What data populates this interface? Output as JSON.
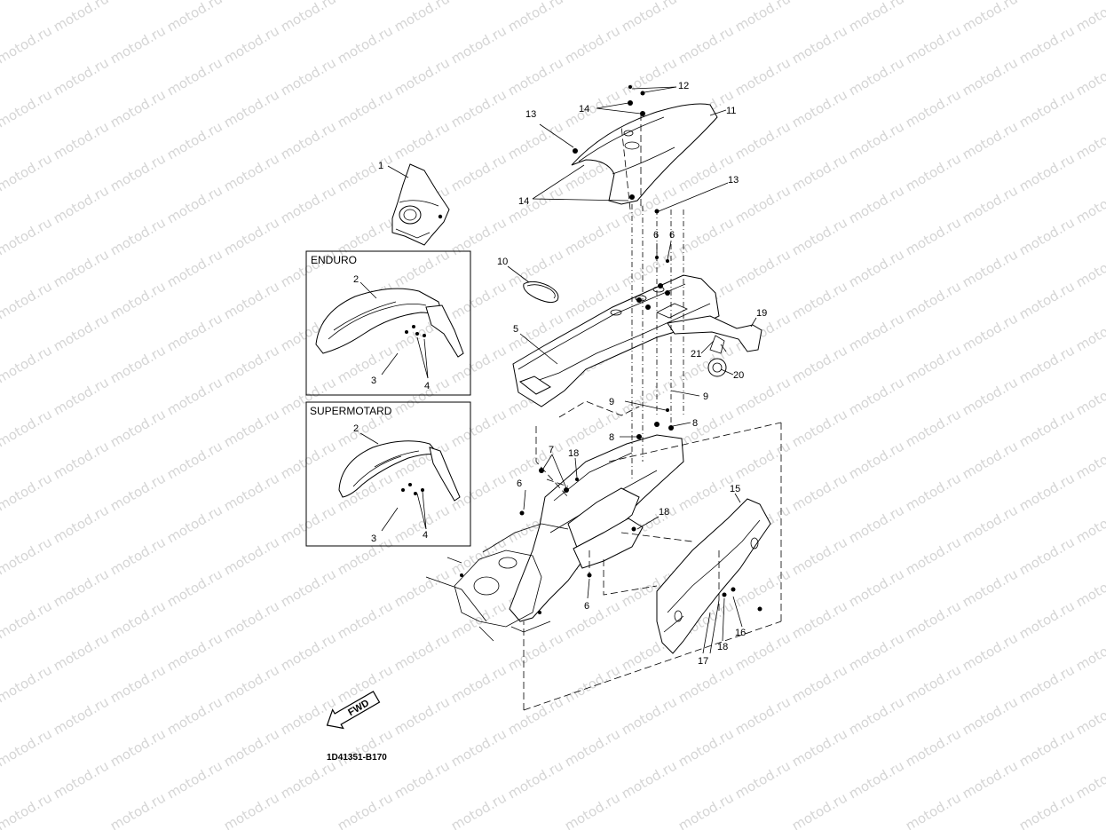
{
  "diagram": {
    "watermark": "motod.ru",
    "drawing_code": "1D41351-B170",
    "fwd_label": "FWD",
    "boxes": [
      {
        "id": "enduro",
        "title": "ENDURO"
      },
      {
        "id": "supermotard",
        "title": "SUPERMOTARD"
      }
    ],
    "callouts": [
      {
        "id": "c1",
        "text": "1"
      },
      {
        "id": "c2a",
        "text": "2"
      },
      {
        "id": "c3a",
        "text": "3"
      },
      {
        "id": "c4a",
        "text": "4"
      },
      {
        "id": "c2b",
        "text": "2"
      },
      {
        "id": "c3b",
        "text": "3"
      },
      {
        "id": "c4b",
        "text": "4"
      },
      {
        "id": "c5",
        "text": "5"
      },
      {
        "id": "c6a",
        "text": "6"
      },
      {
        "id": "c6b",
        "text": "6"
      },
      {
        "id": "c6c",
        "text": "6"
      },
      {
        "id": "c6d",
        "text": "6"
      },
      {
        "id": "c7",
        "text": "7"
      },
      {
        "id": "c8a",
        "text": "8"
      },
      {
        "id": "c8b",
        "text": "8"
      },
      {
        "id": "c9a",
        "text": "9"
      },
      {
        "id": "c9b",
        "text": "9"
      },
      {
        "id": "c10",
        "text": "10"
      },
      {
        "id": "c11",
        "text": "11"
      },
      {
        "id": "c12",
        "text": "12"
      },
      {
        "id": "c13a",
        "text": "13"
      },
      {
        "id": "c13b",
        "text": "13"
      },
      {
        "id": "c14a",
        "text": "14"
      },
      {
        "id": "c14b",
        "text": "14"
      },
      {
        "id": "c15",
        "text": "15"
      },
      {
        "id": "c16",
        "text": "16"
      },
      {
        "id": "c17",
        "text": "17"
      },
      {
        "id": "c18a",
        "text": "18"
      },
      {
        "id": "c18b",
        "text": "18"
      },
      {
        "id": "c18c",
        "text": "18"
      },
      {
        "id": "c19",
        "text": "19"
      },
      {
        "id": "c20",
        "text": "20"
      },
      {
        "id": "c21",
        "text": "21"
      }
    ]
  }
}
